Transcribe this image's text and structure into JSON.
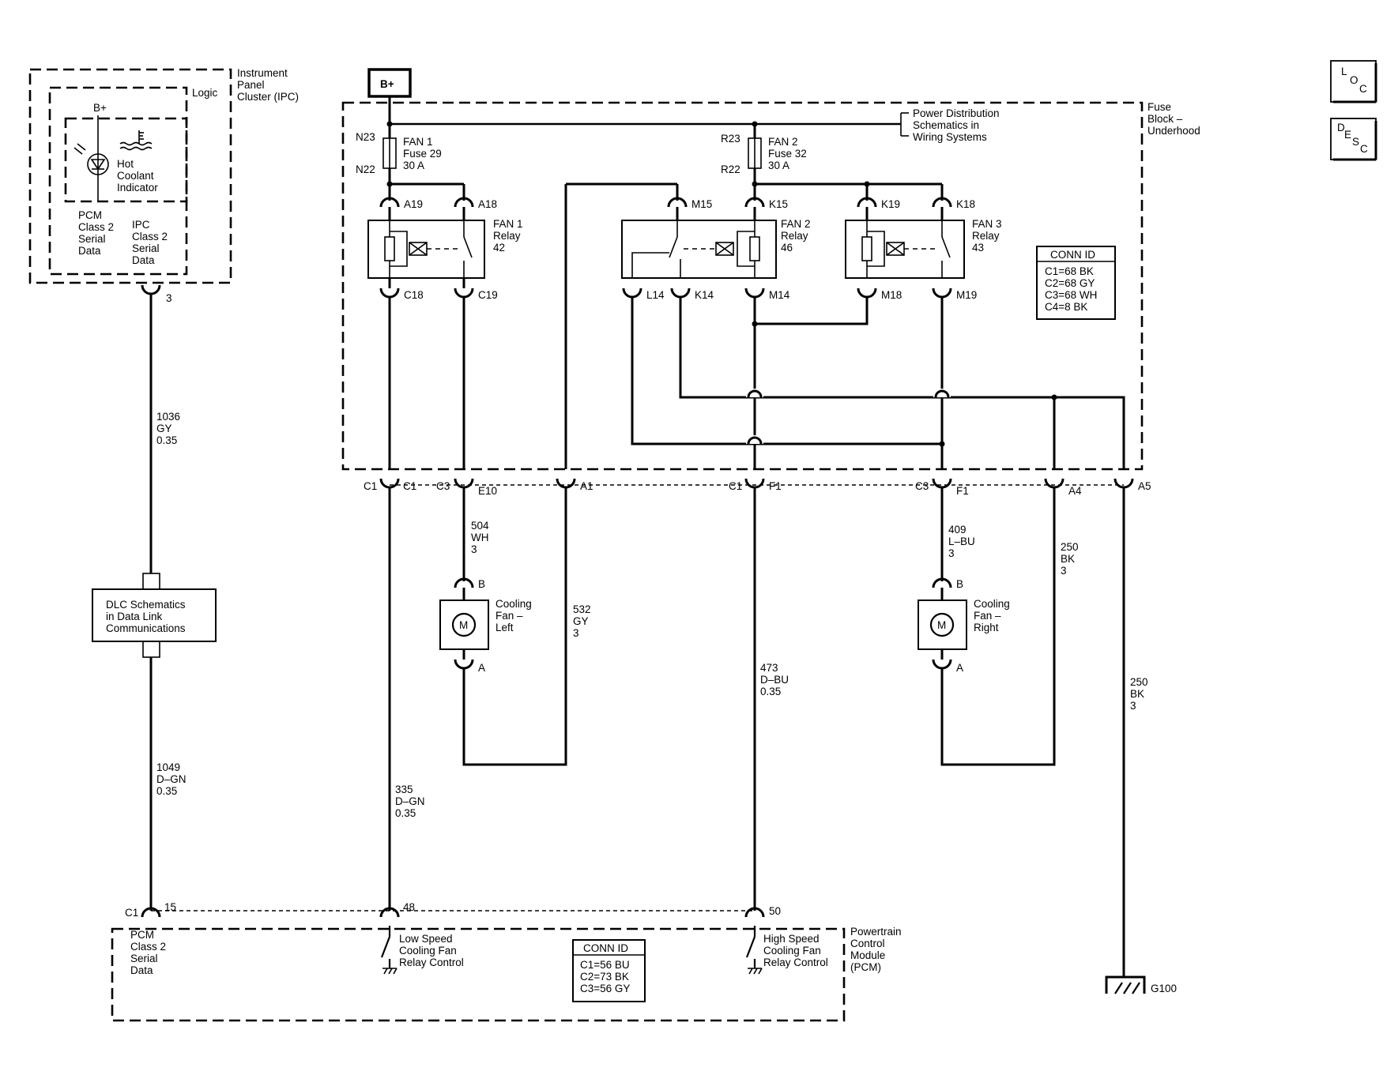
{
  "ipc": {
    "title_lines": [
      "Instrument",
      "Panel",
      "Cluster (IPC)"
    ],
    "logic": "Logic",
    "bplus": "B+",
    "indicator_lines": [
      "Hot",
      "Coolant",
      "Indicator"
    ],
    "pcm_data_lines": [
      "PCM",
      "Class 2",
      "Serial",
      "Data"
    ],
    "ipc_data_lines": [
      "IPC",
      "Class 2",
      "Serial",
      "Data"
    ],
    "pin": "3"
  },
  "power": {
    "bplus_box": "B+",
    "power_dist_lines": [
      "Power Distribution",
      "Schematics in",
      "Wiring Systems"
    ],
    "fuse_block_lines": [
      "Fuse",
      "Block –",
      "Underhood"
    ]
  },
  "fuses": [
    {
      "top_pin": "N23",
      "bottom_pin": "N22",
      "lines": [
        "FAN 1",
        "Fuse 29",
        "30 A"
      ]
    },
    {
      "top_pin": "R23",
      "bottom_pin": "R22",
      "lines": [
        "FAN 2",
        "Fuse 32",
        "30 A"
      ]
    }
  ],
  "relays": [
    {
      "lines": [
        "FAN 1",
        "Relay",
        "42"
      ],
      "pins_top": [
        "A19",
        "A18"
      ],
      "pins_bottom": [
        "C18",
        "C19"
      ]
    },
    {
      "lines": [
        "FAN 2",
        "Relay",
        "46"
      ],
      "pins_top": [
        "M15",
        "K15"
      ],
      "pins_bottom": [
        "L14",
        "K14",
        "M14"
      ]
    },
    {
      "lines": [
        "FAN 3",
        "Relay",
        "43"
      ],
      "pins_top": [
        "K19",
        "K18"
      ],
      "pins_bottom": [
        "M18",
        "M19"
      ]
    }
  ],
  "conn_id_fuse": {
    "title": "CONN ID",
    "rows": [
      "C1=68 BK",
      "C2=68 GY",
      "C3=68 WH",
      "C4=8 BK"
    ]
  },
  "conn_id_pcm": {
    "title": "CONN ID",
    "rows": [
      "C1=56 BU",
      "C2=73 BK",
      "C3=56 GY"
    ]
  },
  "side_buttons": {
    "loc": [
      "L",
      "O",
      "C"
    ],
    "desc": [
      "D",
      "E",
      "S",
      "C"
    ]
  },
  "connector_labels": {
    "fan1_c1_left": "C1",
    "fan1_c1_right": "C1",
    "left_c3": "C3",
    "e10": "E10",
    "a1": "A1",
    "fan2_c1": "C1",
    "f1_mid": "F1",
    "right_c3": "C3",
    "f1_right": "F1",
    "a4": "A4",
    "a5": "A5"
  },
  "wires": {
    "w1036": [
      "1036",
      "GY",
      "0.35"
    ],
    "w1049": [
      "1049",
      "D–GN",
      "0.35"
    ],
    "w504": [
      "504",
      "WH",
      "3"
    ],
    "w532": [
      "532",
      "GY",
      "3"
    ],
    "w335": [
      "335",
      "D–GN",
      "0.35"
    ],
    "w473": [
      "473",
      "D–BU",
      "0.35"
    ],
    "w409": [
      "409",
      "L–BU",
      "3"
    ],
    "w250a": [
      "250",
      "BK",
      "3"
    ],
    "w250b": [
      "250",
      "BK",
      "3"
    ]
  },
  "dlc_lines": [
    "DLC Schematics",
    "in Data Link",
    "Communications"
  ],
  "motors": [
    {
      "symbol": "M",
      "pin_top": "B",
      "pin_bottom": "A",
      "lines": [
        "Cooling",
        "Fan –",
        "Left"
      ]
    },
    {
      "symbol": "M",
      "pin_top": "B",
      "pin_bottom": "A",
      "lines": [
        "Cooling",
        "Fan –",
        "Right"
      ]
    }
  ],
  "pcm": {
    "c1": "C1",
    "pins": [
      "15",
      "48",
      "50"
    ],
    "serial_lines": [
      "PCM",
      "Class 2",
      "Serial",
      "Data"
    ],
    "low_lines": [
      "Low Speed",
      "Cooling Fan",
      "Relay Control"
    ],
    "high_lines": [
      "High Speed",
      "Cooling Fan",
      "Relay Control"
    ],
    "module_lines": [
      "Powertrain",
      "Control",
      "Module",
      "(PCM)"
    ]
  },
  "ground": "G100"
}
